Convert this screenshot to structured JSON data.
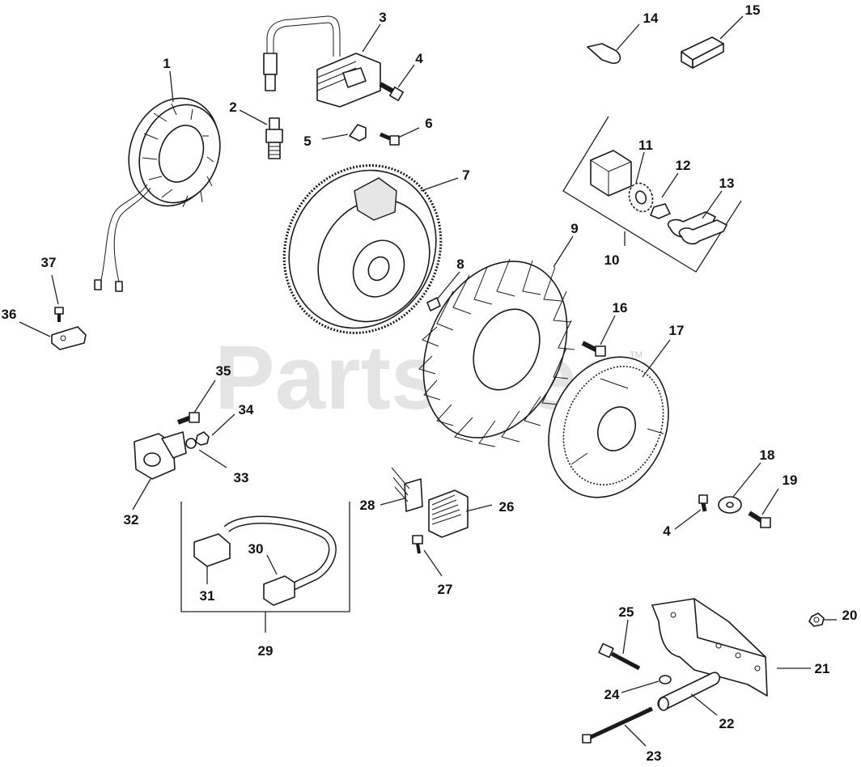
{
  "watermark": {
    "text": "PartsTree",
    "trademark": "TM"
  },
  "callouts": [
    "1",
    "2",
    "3",
    "4",
    "5",
    "6",
    "7",
    "8",
    "9",
    "10",
    "11",
    "12",
    "13",
    "14",
    "15",
    "16",
    "17",
    "18",
    "19",
    "4",
    "20",
    "21",
    "22",
    "23",
    "24",
    "25",
    "26",
    "27",
    "28",
    "29",
    "30",
    "31",
    "32",
    "33",
    "34",
    "35",
    "36",
    "37"
  ]
}
